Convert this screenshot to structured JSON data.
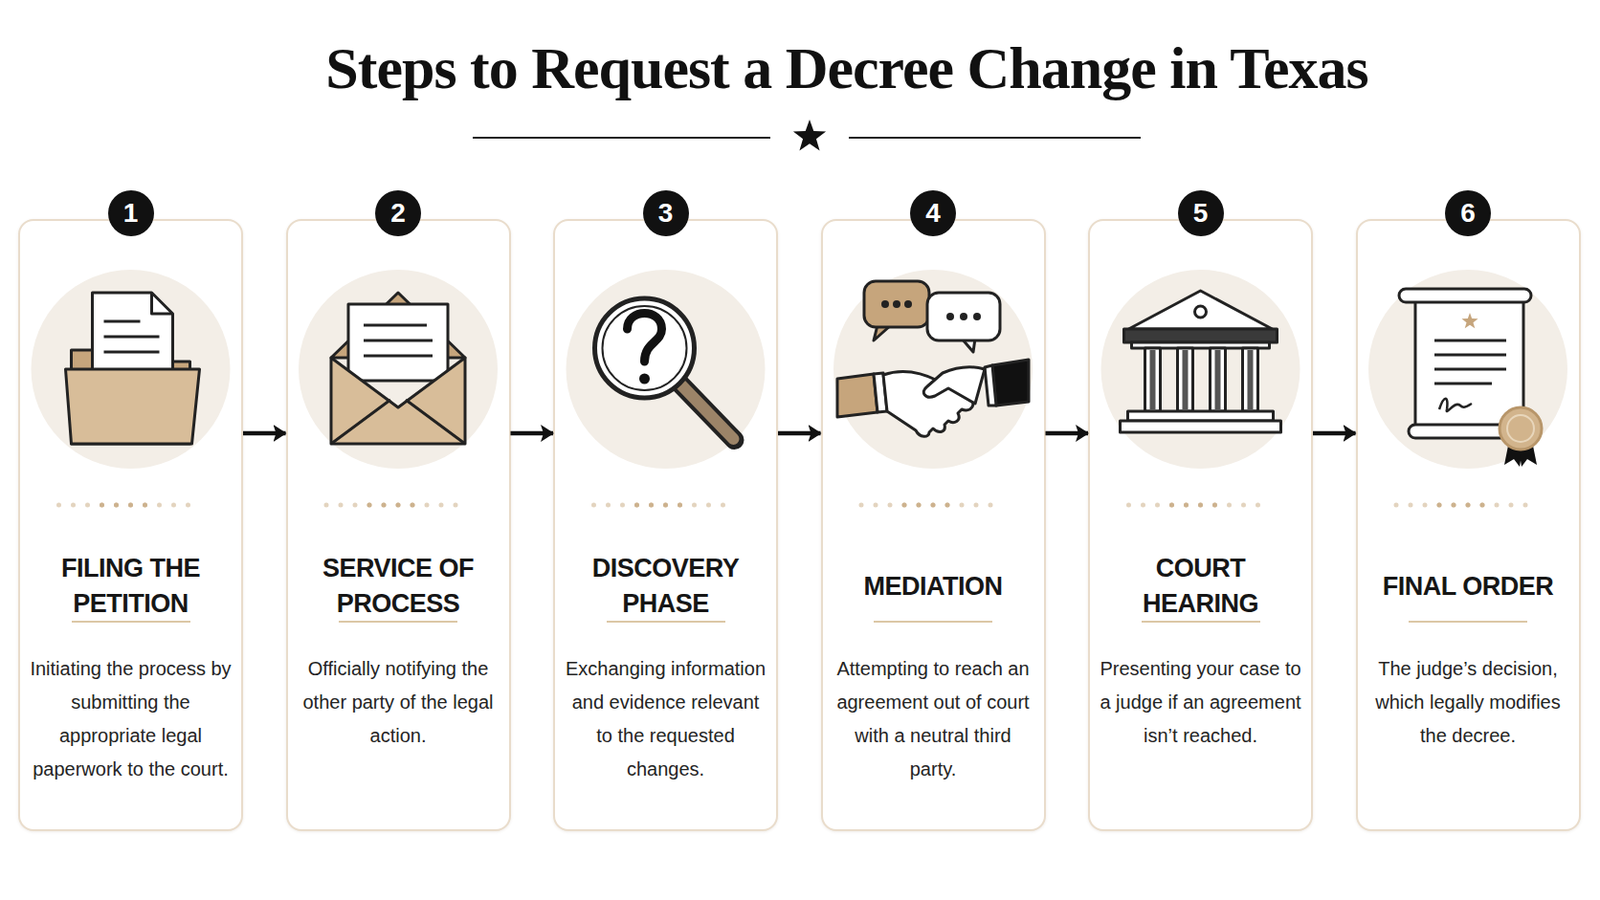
{
  "diagram": {
    "title": "Steps to Request a Decree Change in Texas",
    "nodes": [
      {
        "text": [
          "1",
          "FILING THE PETITION",
          "Initiating the process by submitting the appropriate legal paperwork to the court."
        ]
      },
      {
        "text": [
          "2",
          "SERVICE OF PROCESS",
          "Officially notifying the other party of the legal action."
        ]
      },
      {
        "text": [
          "3",
          "DISCOVERY PHASE",
          "Exchanging information and evidence relevant to the requested changes."
        ]
      },
      {
        "text": [
          "4",
          "MEDIATION",
          "Attempting to reach an agreement out of court with a neutral third party."
        ]
      },
      {
        "text": [
          "5",
          "COURT HEARING",
          "Presenting your case to a judge if an agreement isn’t reached."
        ]
      },
      {
        "text": [
          "6",
          "FINAL ORDER",
          "The judge’s decision, which legally modifies the decree."
        ]
      }
    ],
    "edges": [
      {
        "from": 0,
        "to": 1,
        "arrow": "to"
      },
      {
        "from": 1,
        "to": 2,
        "arrow": "to"
      },
      {
        "from": 2,
        "to": 3,
        "arrow": "to"
      },
      {
        "from": 3,
        "to": 4,
        "arrow": "to"
      },
      {
        "from": 4,
        "to": 5,
        "arrow": "to"
      }
    ]
  }
}
